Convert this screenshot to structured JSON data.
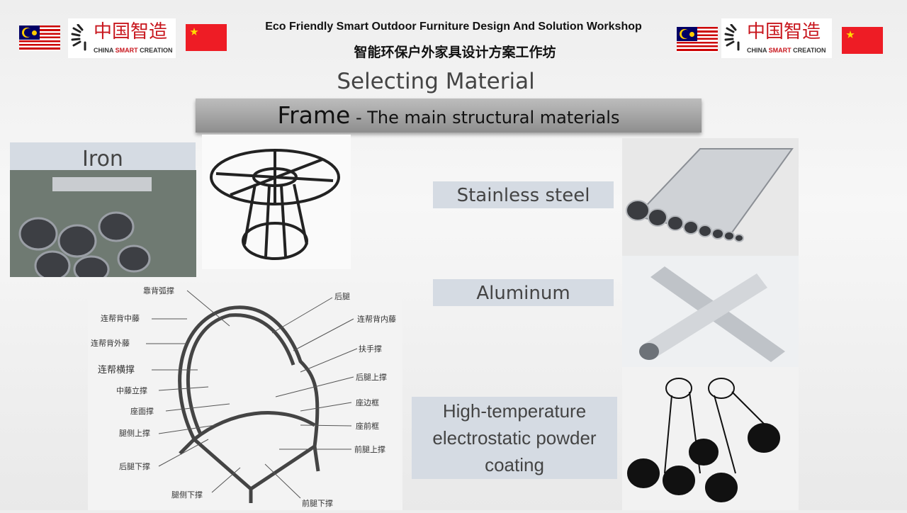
{
  "header": {
    "title_en": "Eco Friendly Smart Outdoor Furniture Design And Solution Workshop",
    "title_cn": "智能环保户外家具设计方案工作坊",
    "logo_cn": "中国智造",
    "logo_en_1": "CHINA ",
    "logo_en_2": "SMART",
    "logo_en_3": " CREATION"
  },
  "slide": {
    "subtitle": "Selecting Material",
    "frame_big": "Frame",
    "frame_small": " - The main structural materials",
    "materials": [
      {
        "label": "Iron"
      },
      {
        "label": "Stainless steel"
      },
      {
        "label": "Aluminum"
      },
      {
        "label": "High-temperature electrostatic powder coating"
      }
    ],
    "chair_labels": [
      "靠背弧撑",
      "连帮背中藤",
      "连帮背外藤",
      "连帮横撑",
      "中藤立撑",
      "座面撑",
      "腿侧上撑",
      "后腿下撑",
      "腿侧下撑",
      "后腿",
      "连帮背内藤",
      "扶手撑",
      "后腿上撑",
      "座边框",
      "座前框",
      "前腿上撑",
      "前腿下撑"
    ]
  },
  "colors": {
    "label_bg": "#d5dbe3",
    "china_red": "#c8161d"
  }
}
